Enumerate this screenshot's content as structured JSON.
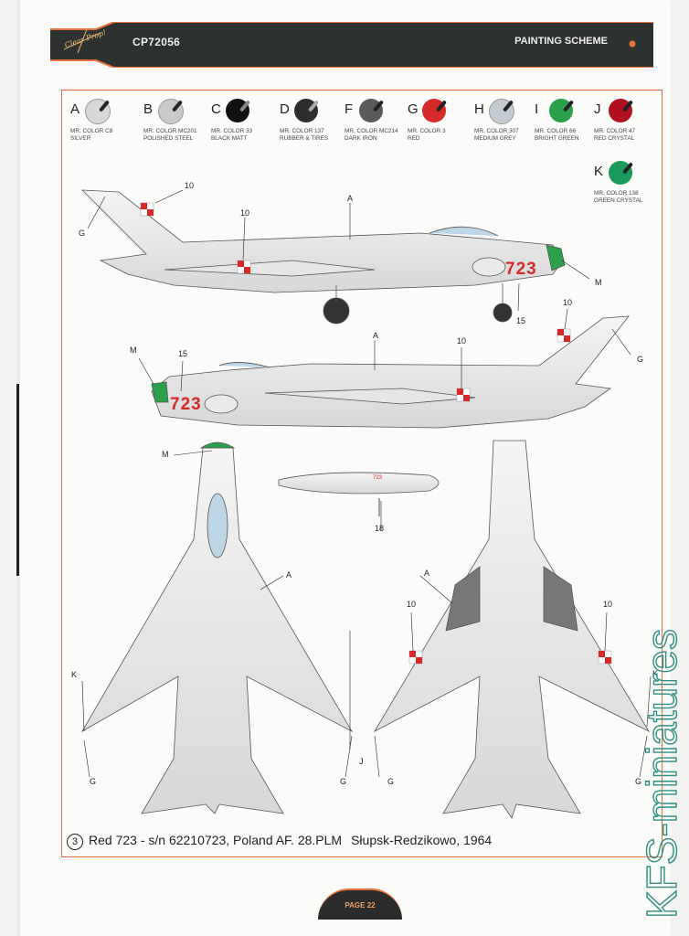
{
  "header": {
    "code": "CP72056",
    "title": "PAINTING SCHEME",
    "logo_text": "Clear Prop!"
  },
  "colors": [
    {
      "letter": "A",
      "line1": "MR. COLOR C8",
      "line2": "SILVER",
      "hex": "#d8d8d8"
    },
    {
      "letter": "B",
      "line1": "MR. COLOR MC201",
      "line2": "POLISHED STEEL",
      "hex": "#c9c9c9"
    },
    {
      "letter": "C",
      "line1": "MR. COLOR 33",
      "line2": "BLACK MATT",
      "hex": "#111111"
    },
    {
      "letter": "D",
      "line1": "MR. COLOR 137",
      "line2": "RUBBER & TIRES",
      "hex": "#2e2e2e"
    },
    {
      "letter": "F",
      "line1": "MR. COLOR MC214",
      "line2": "DARK IRON",
      "hex": "#5a5a5a"
    },
    {
      "letter": "G",
      "line1": "MR. COLOR 3",
      "line2": "RED",
      "hex": "#d62a2a"
    },
    {
      "letter": "H",
      "line1": "MR. COLOR 307",
      "line2": "MEDIUM GREY",
      "hex": "#c4cbd0"
    },
    {
      "letter": "I",
      "line1": "MR. COLOR 66",
      "line2": "BRIGHT GREEN",
      "hex": "#2aa04a"
    },
    {
      "letter": "J",
      "line1": "MR. COLOR 47",
      "line2": "RED CRYSTAL",
      "hex": "#b01020"
    },
    {
      "letter": "K",
      "line1": "MR. COLOR 138",
      "line2": "GREEN CRYSTAL",
      "hex": "#1a9a5a"
    }
  ],
  "callouts": {
    "A": "A",
    "G": "G",
    "M": "M",
    "K": "K",
    "J": "J",
    "n10": "10",
    "n15": "15",
    "n18": "18"
  },
  "aircraft": {
    "number": "723",
    "tank_number": "723"
  },
  "caption": {
    "num": "3",
    "text": "Red 723 - s/n 62210723, Poland AF. 28.PLM",
    "location": "Słupsk-Redzikowo, 1964"
  },
  "page": "PAGE 22",
  "watermark": "KFS-miniatures"
}
